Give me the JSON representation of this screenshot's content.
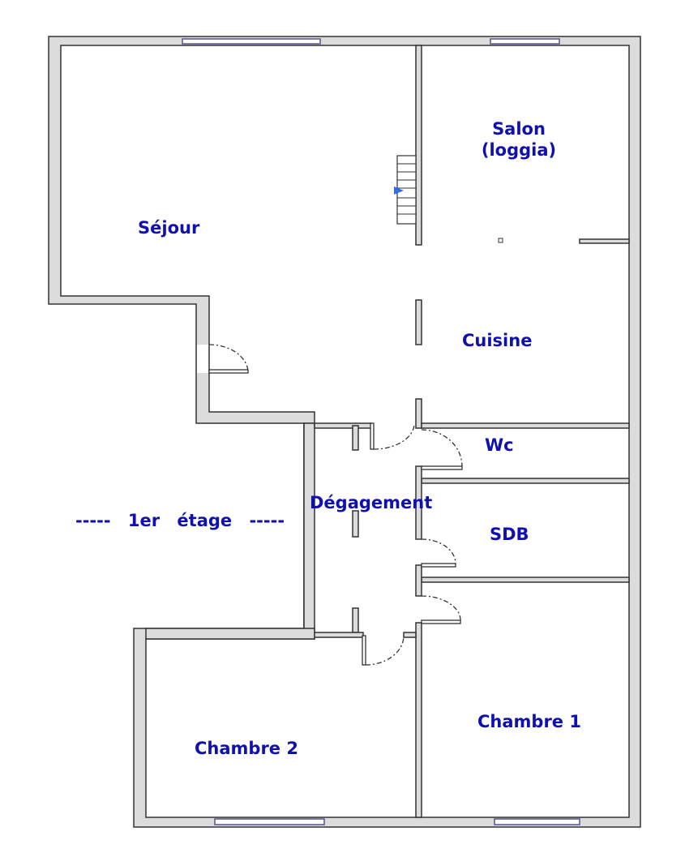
{
  "plan": {
    "rooms": {
      "sejour": "Séjour",
      "salon": "Salon",
      "salon_sub": "(loggia)",
      "cuisine": "Cuisine",
      "wc": "Wc",
      "degagement": "Dégagement",
      "sdb": "SDB",
      "chambre1": "Chambre 1",
      "chambre2": "Chambre 2"
    },
    "floor_label": "----- 1er étage -----"
  },
  "colors": {
    "label": "#1010b0",
    "wall": "#dcdcdc",
    "stair_arrow": "#3070e0"
  }
}
